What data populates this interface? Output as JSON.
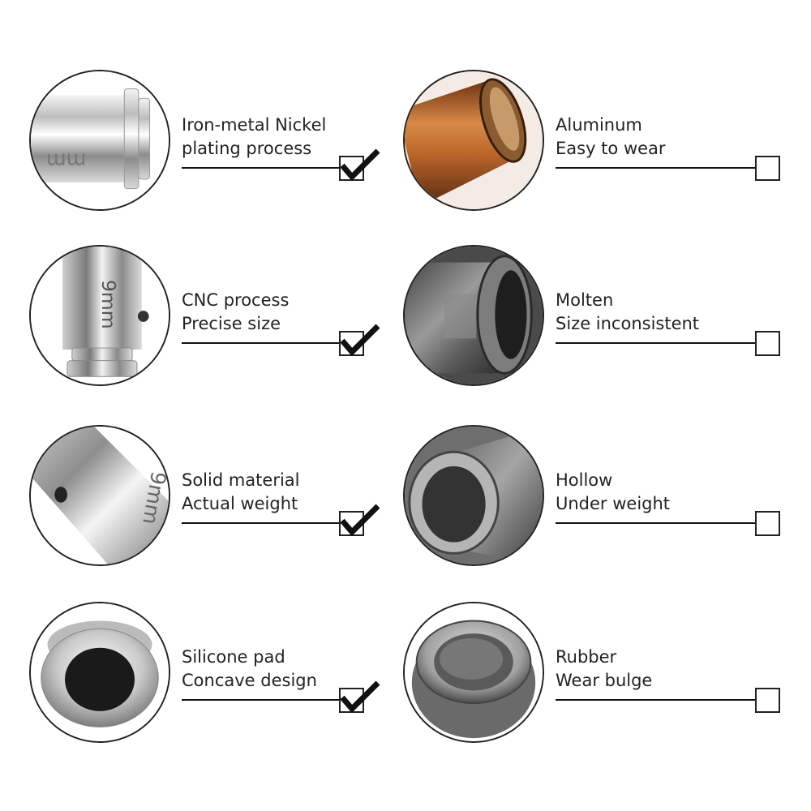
{
  "good": [
    {
      "line1": "Iron-metal Nickel",
      "line2": "plating process",
      "checked": true
    },
    {
      "line1": "CNC process",
      "line2": "Precise size",
      "checked": true
    },
    {
      "line1": "Solid material",
      "line2": "Actual weight",
      "checked": true
    },
    {
      "line1": "Silicone pad",
      "line2": "Concave design",
      "checked": true
    }
  ],
  "bad": [
    {
      "line1": "Aluminum",
      "line2": "Easy to wear",
      "checked": false
    },
    {
      "line1": "Molten",
      "line2": "Size inconsistent",
      "checked": false
    },
    {
      "line1": "Hollow",
      "line2": "Under weight",
      "checked": false
    },
    {
      "line1": "Rubber",
      "line2": "Wear bulge",
      "checked": false
    }
  ],
  "icons": {
    "check": "check-mark-icon",
    "box": "checkbox-icon"
  },
  "colors": {
    "text": "#222222",
    "rule": "#111111",
    "copper": "#b8642a"
  }
}
